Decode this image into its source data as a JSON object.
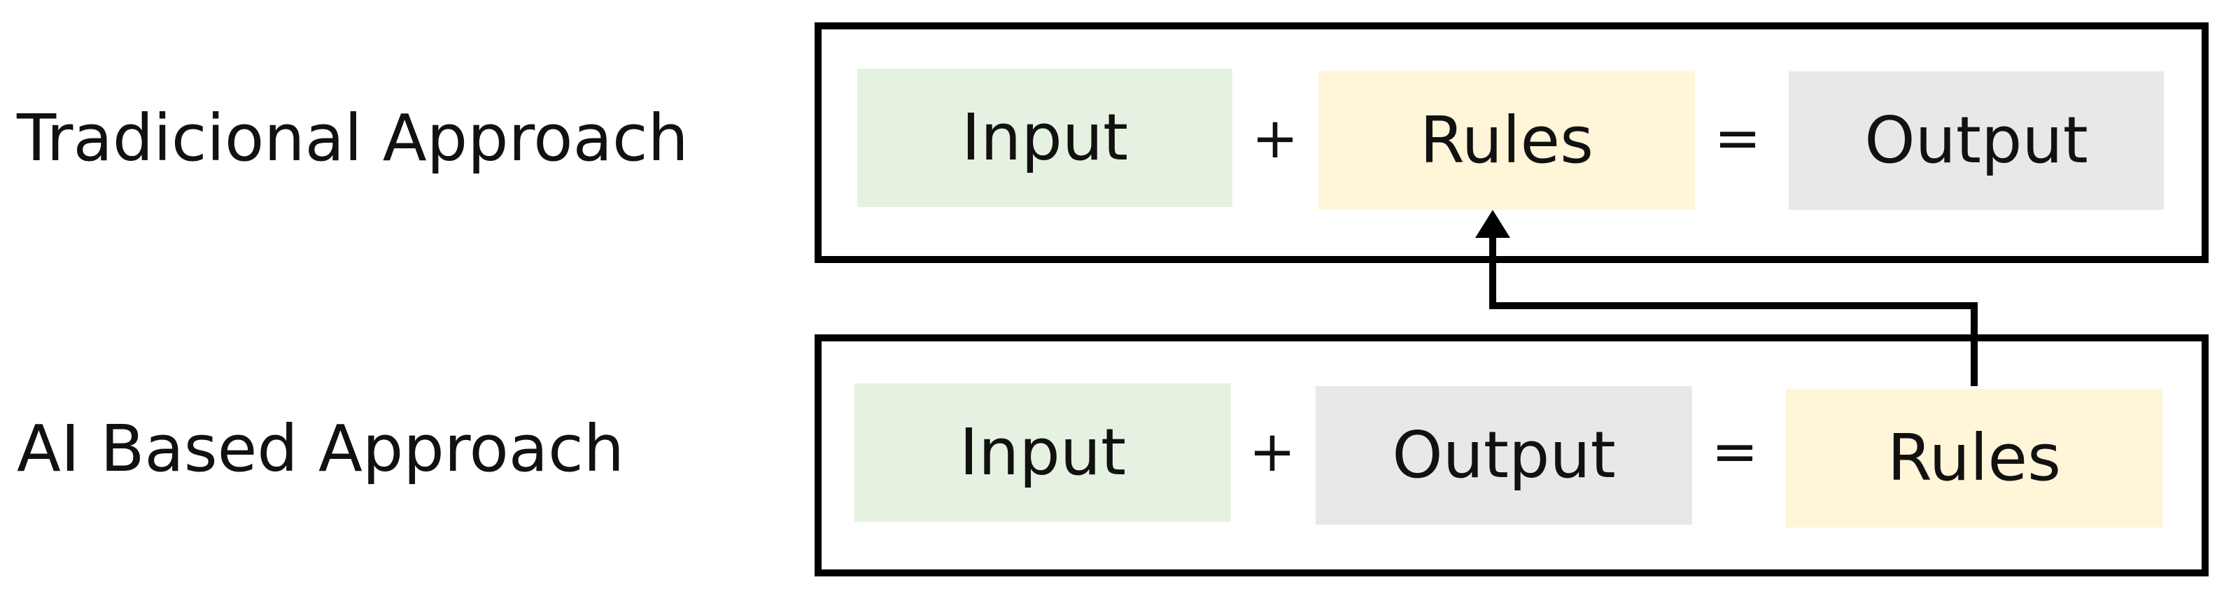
{
  "colors": {
    "input_fill": "#E6F2E1",
    "rules_fill": "#FFF5D8",
    "output_fill": "#E8E8E8",
    "frame_stroke": "#000000",
    "text": "#111111"
  },
  "rows": {
    "traditional": {
      "label": "Tradicional Approach",
      "cell_1": "Input",
      "op_1": "+",
      "cell_2": "Rules",
      "op_2": "=",
      "cell_3": "Output"
    },
    "ai": {
      "label": "AI Based Approach",
      "cell_1": "Input",
      "op_1": "+",
      "cell_2": "Output",
      "op_2": "=",
      "cell_3": "Rules"
    }
  }
}
